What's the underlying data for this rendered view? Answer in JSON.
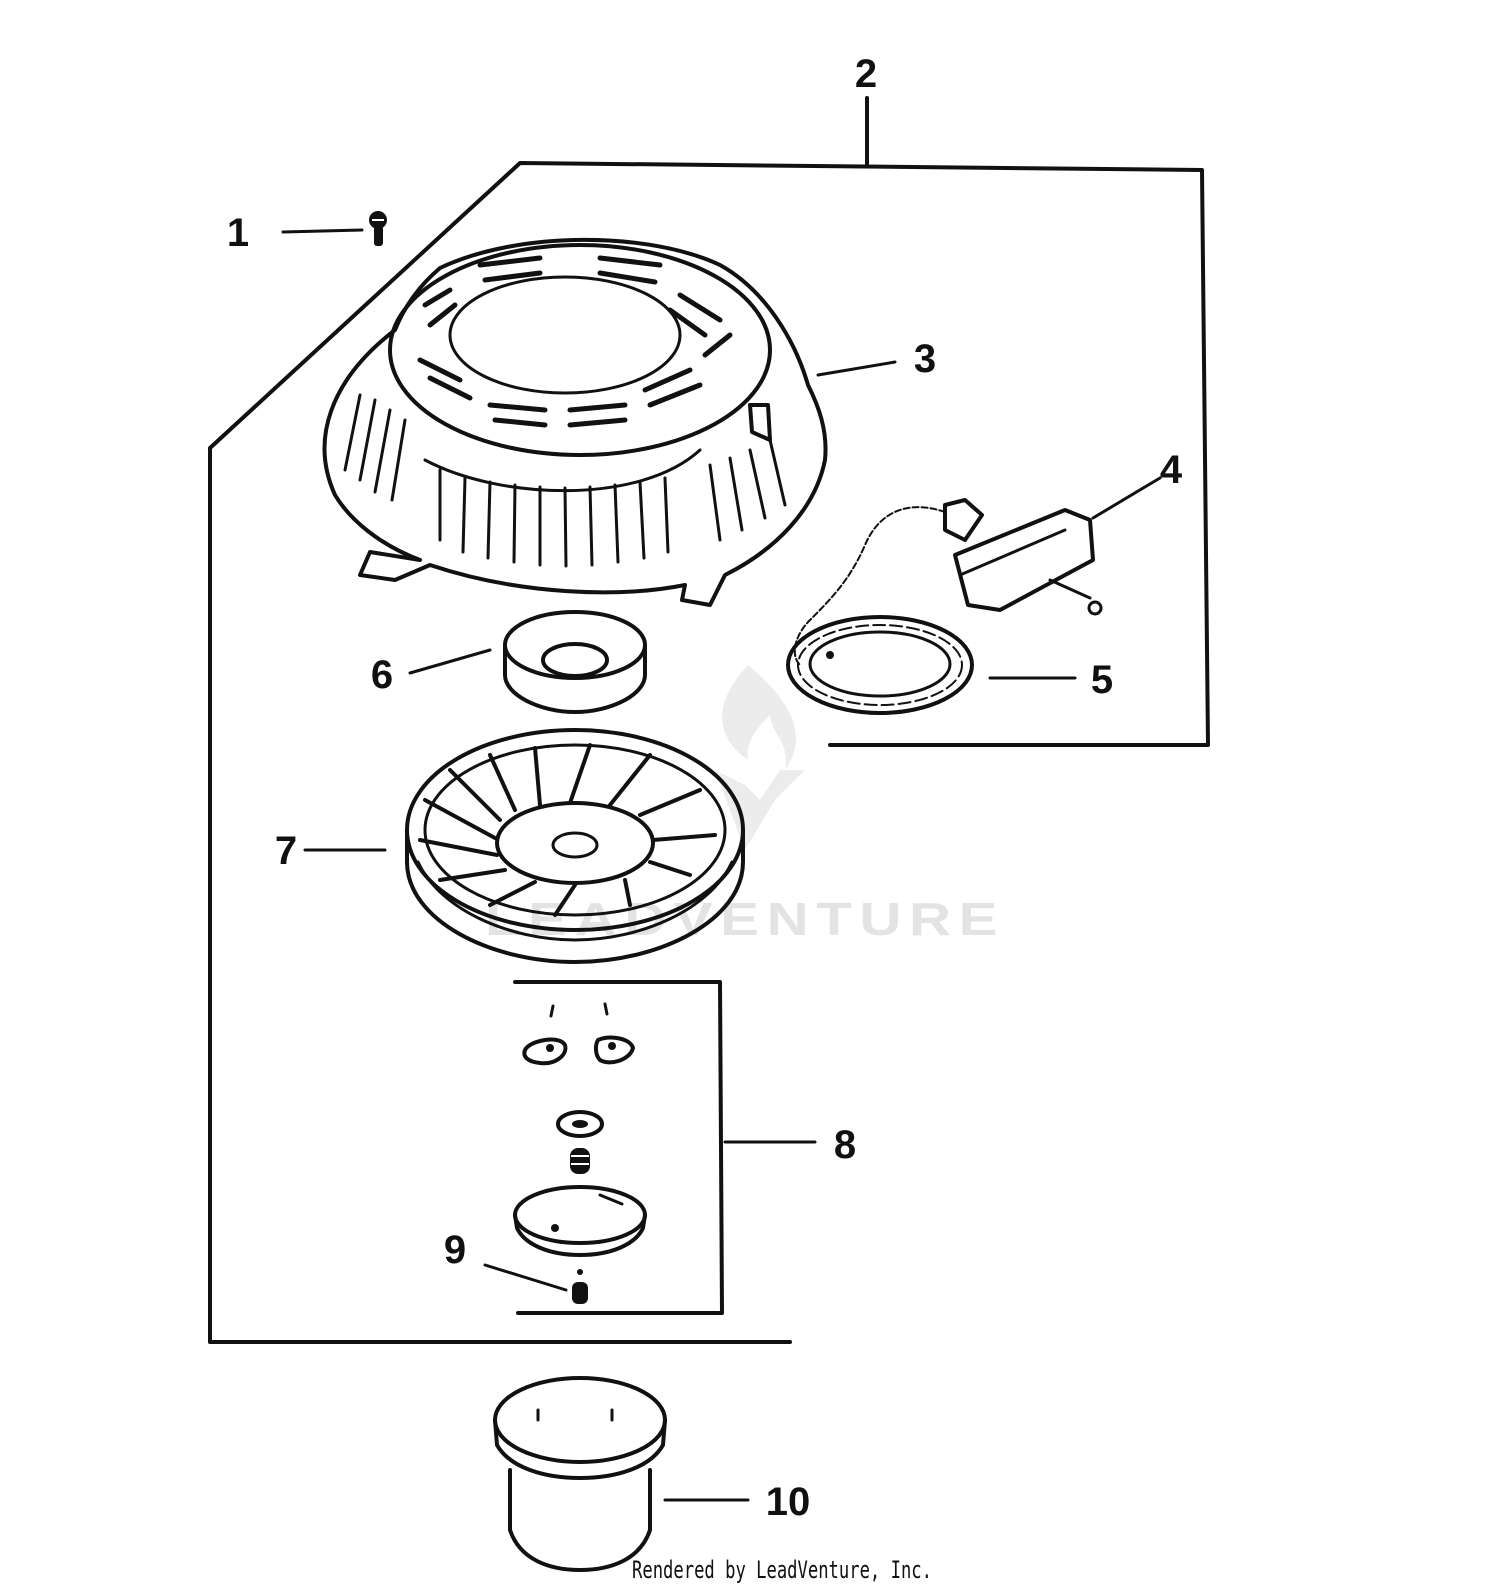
{
  "colors": {
    "ink": "#111111",
    "background": "#ffffff",
    "watermark": "#e3e3e3"
  },
  "callouts": {
    "c1": "1",
    "c2": "2",
    "c3": "3",
    "c4": "4",
    "c5": "5",
    "c6": "6",
    "c7": "7",
    "c8": "8",
    "c9": "9",
    "c10": "10"
  },
  "watermark": {
    "brand": "LEADVENTURE",
    "logo_icon": "flame-logo-icon"
  },
  "credit": "Rendered by LeadVenture, Inc."
}
